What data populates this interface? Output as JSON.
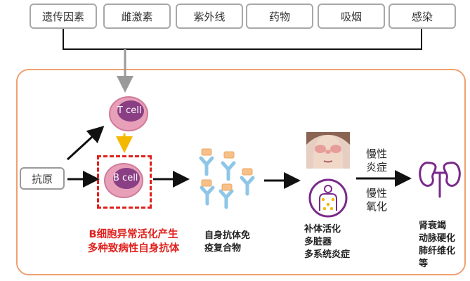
{
  "factors": [
    "遗传因素",
    "雌激素",
    "紫外线",
    "药物",
    "吸烟",
    "感染"
  ],
  "antigen": "抗原",
  "t_cell": "T cell",
  "b_cell": "B cell",
  "b_cell_caption": [
    "B细胞异常活化产生",
    "多种致病性自身抗体"
  ],
  "immune_complex": [
    "自身抗体免",
    "疫复合物"
  ],
  "complement": [
    "补体活化",
    "多脏器",
    "多系统炎症"
  ],
  "pathway_top": [
    "慢性",
    "炎症"
  ],
  "pathway_bottom": [
    "慢性",
    "氧化"
  ],
  "outcomes": [
    "肾衰竭",
    "动脉硬化",
    "肺纤维化",
    "等"
  ],
  "colors": {
    "accent_red": "#e0201c",
    "panel_border": "#f0a070",
    "cell_pink": "#e8a0b8",
    "cell_nucleus": "#8a3f84",
    "antibody_blue": "#8ec6e8",
    "antigen_orange": "#f7c088",
    "kidney_purple": "#7a2a8a",
    "yellow_arrow": "#f5b800"
  },
  "icons": [
    "t-cell-icon",
    "b-cell-icon",
    "antibody-icon",
    "face-rash-icon",
    "body-inflammation-icon",
    "kidney-icon"
  ]
}
